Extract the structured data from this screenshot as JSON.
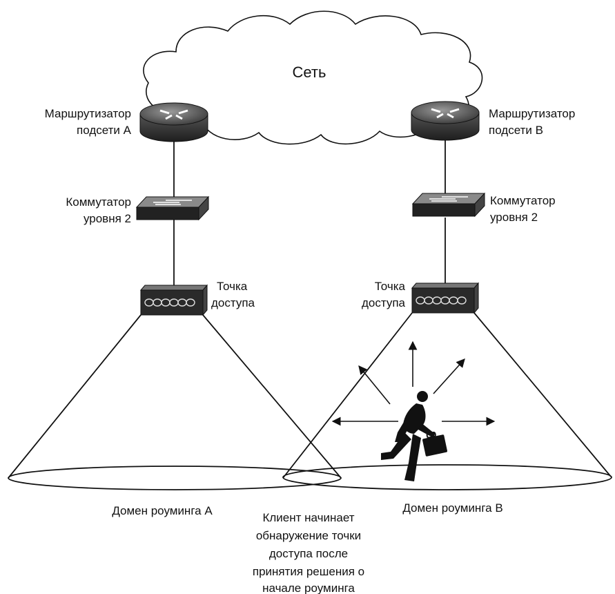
{
  "network_label": "Сеть",
  "router_a": {
    "line1": "Маршрутизатор",
    "line2": "подсети А"
  },
  "router_b": {
    "line1": "Маршрутизатор",
    "line2": "подсети В"
  },
  "switch_a": {
    "line1": "Коммутатор",
    "line2": "уровня 2"
  },
  "switch_b": {
    "line1": "Коммутатор",
    "line2": "уровня 2"
  },
  "ap_a": {
    "line1": "Точка",
    "line2": "доступа"
  },
  "ap_b": {
    "line1": "Точка",
    "line2": "доступа"
  },
  "domain_a": "Домен роуминга А",
  "domain_b": "Домен роуминга В",
  "client_note": [
    "Клиент начинает",
    "обнаружение точки",
    "доступа после",
    "принятия решения о",
    "начале роуминга"
  ],
  "colors": {
    "line": "#111111",
    "device_dark": "#2a2a2a",
    "device_mid": "#6e6e6e",
    "background": "#ffffff"
  },
  "icons": [
    "cloud-icon",
    "router-icon",
    "switch-icon",
    "access-point-icon",
    "running-person-icon"
  ]
}
